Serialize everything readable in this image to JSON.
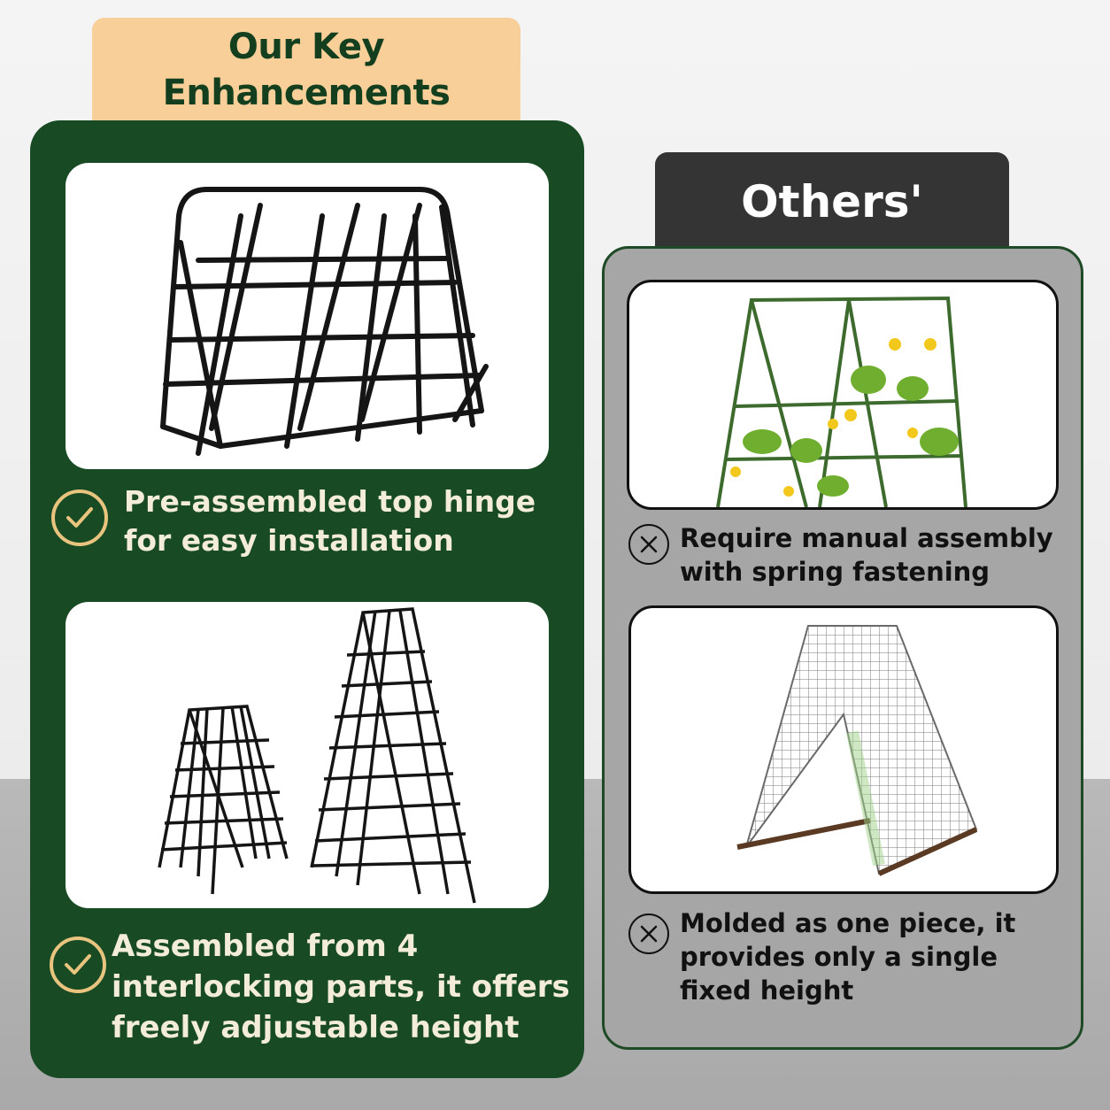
{
  "key_section": {
    "title": "Our Key Enhancements",
    "features": [
      {
        "text": "Pre-assembled top hinge for easy installation",
        "icon": "check-circle-icon"
      },
      {
        "text": "Assembled from 4 interlocking parts, it offers freely adjustable height",
        "icon": "check-circle-icon"
      }
    ]
  },
  "others_section": {
    "title": "Others'",
    "drawbacks": [
      {
        "text": "Require manual assembly with spring fastening",
        "icon": "x-circle-icon"
      },
      {
        "text": "Molded as one piece, it provides only a single fixed height",
        "icon": "x-circle-icon"
      }
    ]
  },
  "colors": {
    "key_panel_green": "#184a24",
    "key_tab_peach": "#f8cf98",
    "others_tab_dark": "#343434",
    "others_panel_grey": "#a6a6a6",
    "check_gold": "#e8c47f"
  }
}
